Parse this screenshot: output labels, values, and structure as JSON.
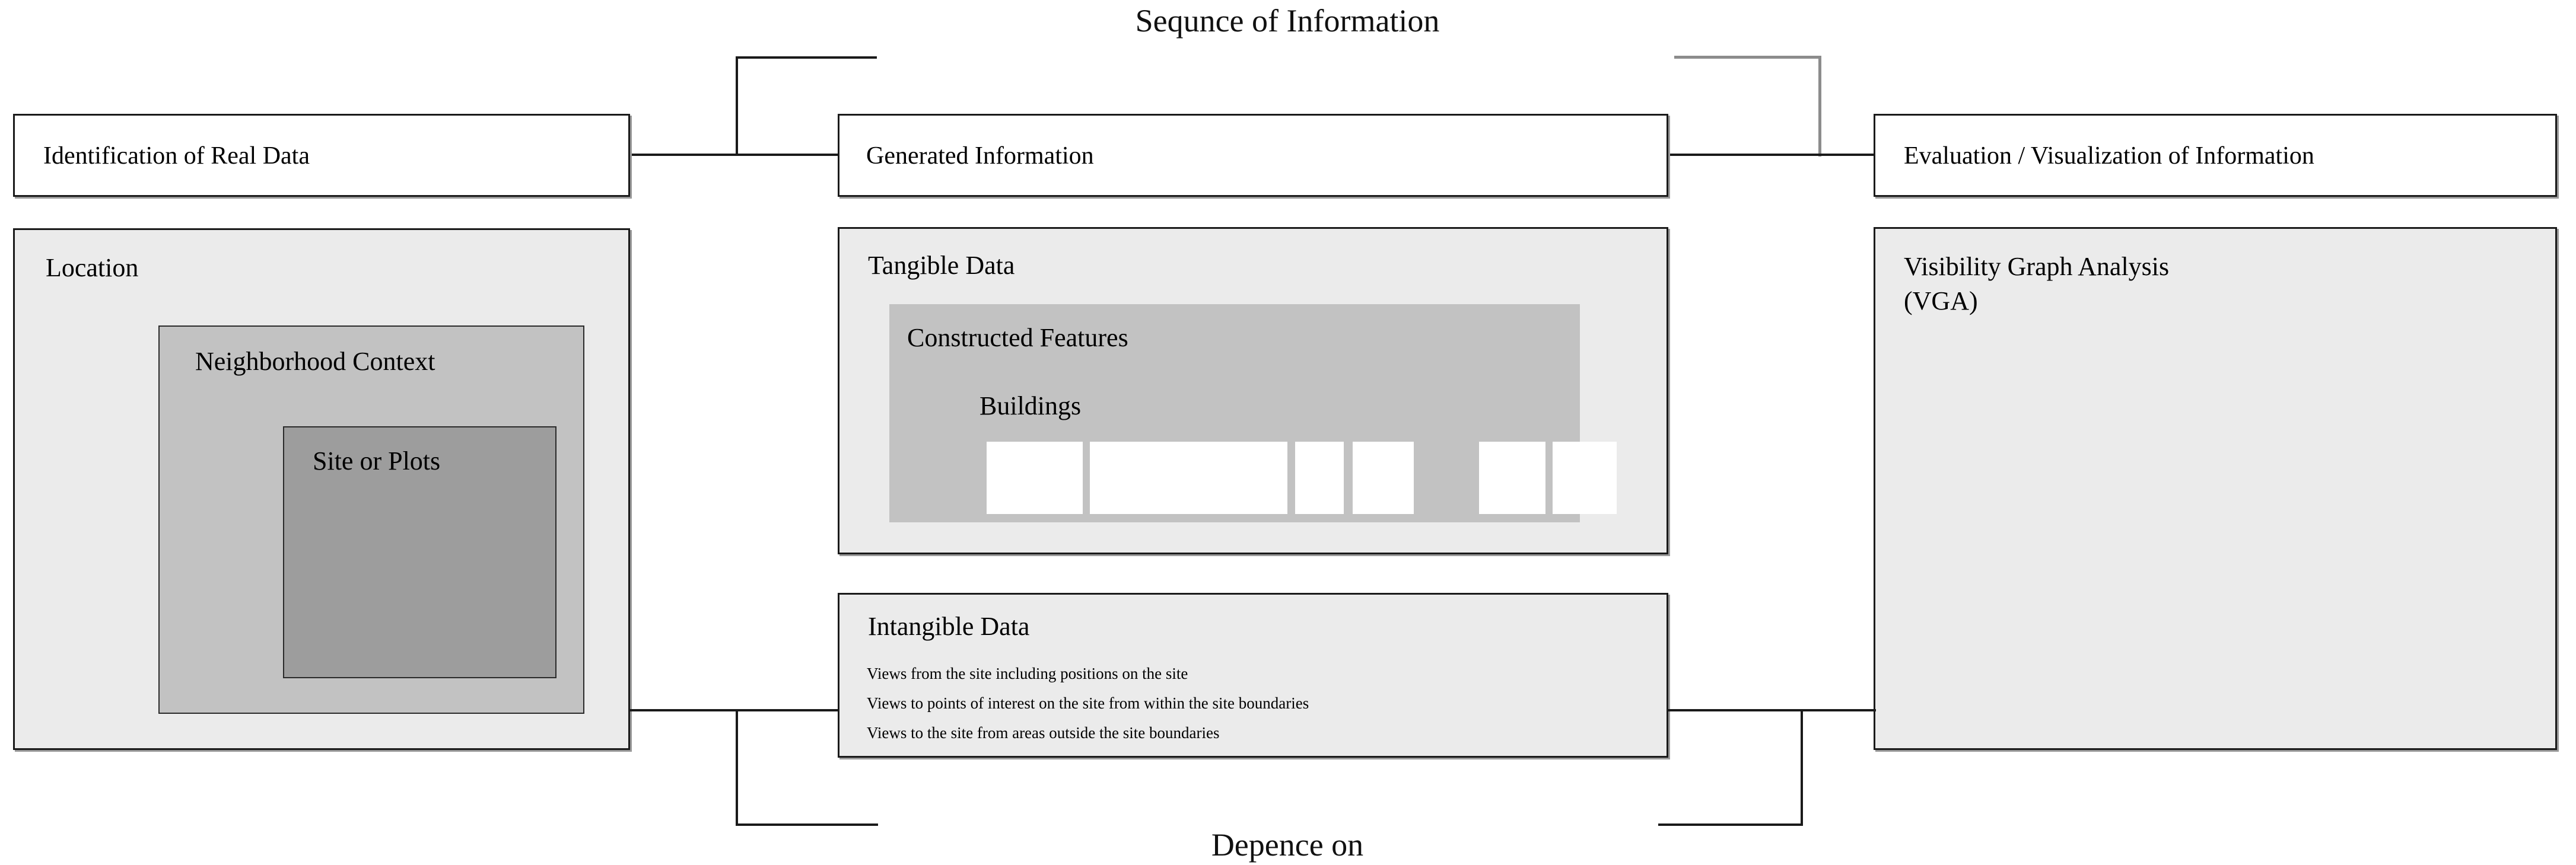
{
  "diagram": {
    "top_caption": "Sequnce of Information",
    "bottom_caption": "Depence on",
    "colors": {
      "page_background": "#ffffff",
      "box_white_fill": "#ffffff",
      "box_light_fill": "#ebebeb",
      "box_mid_fill": "#c2c2c2",
      "box_dark_fill": "#9d9d9d",
      "border": "#1a1a1a",
      "shadow": "#9a9a9a",
      "connector": "#1a1a1a",
      "connector_gray": "#8c8c8c"
    },
    "columns": {
      "left": {
        "header_box": "Identification of Real Data",
        "body_box": {
          "title": "Location",
          "nested_level_2": "Neighborhood Context",
          "nested_level_3": "Site or Plots"
        }
      },
      "center": {
        "header_box": "Generated Information",
        "tangible_box": {
          "title": "Tangible Data",
          "subtitle": "Constructed  Features",
          "group_label": "Buildings",
          "building_count": 6
        },
        "intangible_box": {
          "title": "Intangible Data",
          "lines": [
            "Views from the site including positions on the site",
            "Views to points of interest on the site from within the site boundaries",
            "Views to the site from areas outside the site boundaries"
          ]
        }
      },
      "right": {
        "header_box": "Evaluation / Visualization of Information",
        "body_box": {
          "title_line_1": "Visibility Graph Analysis",
          "title_line_2": "(VGA)"
        }
      }
    }
  }
}
